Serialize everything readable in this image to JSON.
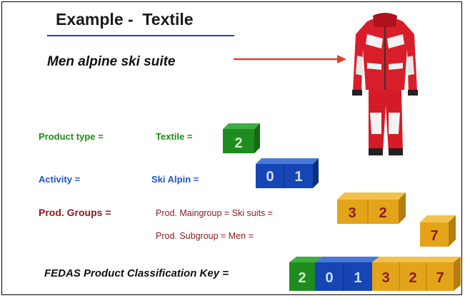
{
  "slide": {
    "title": "Example -  Textile",
    "subtitle": "Men alpine ski suite"
  },
  "rows": {
    "product_type": {
      "label": "Product type =",
      "value_label": "Textile =",
      "code": "2"
    },
    "activity": {
      "label": "Activity =",
      "value_label": "Ski Alpin =",
      "code": [
        "0",
        "1"
      ]
    },
    "prod_groups": {
      "label": "Prod. Groups =",
      "maingroup_label": "Prod. Maingroup = Ski suits =",
      "maingroup_code": [
        "3",
        "2"
      ],
      "subgroup_label": "Prod. Subgroup = Men =",
      "subgroup_code": "7"
    }
  },
  "key": {
    "label": "FEDAS Product Classification Key =",
    "digits": [
      "2",
      "0",
      "1",
      "3",
      "2",
      "7"
    ]
  },
  "colors": {
    "green": "#1f8c1f",
    "blue": "#1646b5",
    "gold": "#e3a41a",
    "arrow": "#e5402a"
  }
}
